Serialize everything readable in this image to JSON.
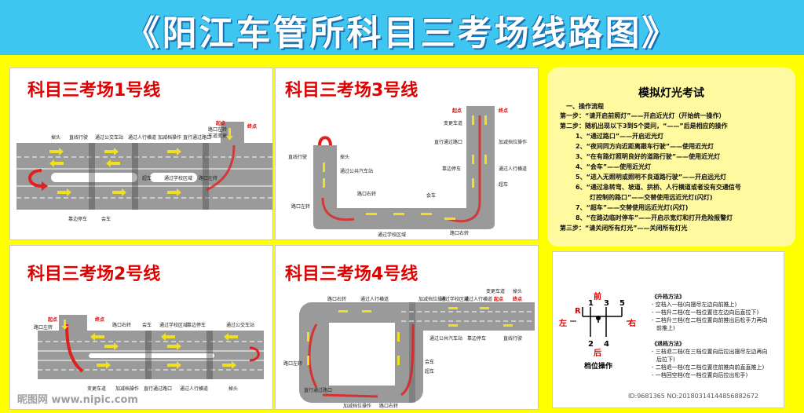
{
  "header": {
    "title": "《阳江车管所科目三考场线路图》"
  },
  "routes": {
    "r1": {
      "title": "科目三考场1号线",
      "labels_top": [
        "掉头",
        "直线行驶",
        "通过公交车站",
        "通过人行横道",
        "加减档操作",
        "直行通过路口",
        "路口左转",
        "车道变更"
      ],
      "labels_mid": [
        "超车",
        "通过学校区域",
        "路口左转"
      ],
      "labels_bottom": [
        "靠边停车",
        "会车"
      ],
      "start": "起点",
      "end": "终点"
    },
    "r2": {
      "title": "科目三考场2号线",
      "labels_top": [
        "路口左转",
        "路口右转",
        "会车",
        "通过学校区域",
        "靠边停车",
        "通过公交车站"
      ],
      "labels_bottom": [
        "变更车道",
        "加减档操作",
        "直行通过路口",
        "通过人行横道",
        "掉头"
      ],
      "start": "起点",
      "end": "终点"
    },
    "r3": {
      "title": "科目三考场3号线",
      "labels": [
        "变更车道",
        "直行通过路口",
        "加减挡位操作",
        "直线行驶",
        "掉头",
        "通过公共汽车站",
        "靠边停车",
        "通过人行横道",
        "超车",
        "路口右转",
        "会车",
        "路口左转",
        "通过学校区域",
        "路口右转"
      ],
      "start": "起点",
      "end": "终点"
    },
    "r4": {
      "title": "科目三考场4号线",
      "labels_top": [
        "路口右转",
        "通过人行横道",
        "加减挡位操作",
        "通过学校区域",
        "通过人行横道",
        "变更车道",
        "掉头"
      ],
      "labels_right": [
        "通过公共汽车站",
        "靠边停车",
        "直线行驶"
      ],
      "labels_inner": [
        "路口左转",
        "会车",
        "超车",
        "直行通过路口",
        "加减挡位操作",
        "路口右转"
      ],
      "start": "起点",
      "end": "终点"
    }
  },
  "simulation": {
    "title": "模拟灯光考试",
    "lines": [
      "一、操作流程",
      "第一步：“请开启前照灯”——开启近光灯（开始统一操作）",
      "第二步：随机出现以下3到5个提问，“——”后是相应的操作",
      "1、“通过路口”——开启近光灯",
      "2、“夜间同方向近距离跟车行驶”——使用近光灯",
      "3、“在有路灯照明良好的道路行驶”——使用近光灯",
      "4、“会车”——使用近光灯",
      "5、“进入无照明或照明不良道路行驶”——开启远光灯",
      "6、“通过急转弯、坡道、拱桥、人行横道或者没有交通信号",
      "灯控制的路口”——交替使用远近光灯(闪灯)",
      "7、“超车”——交替使用远近光灯(闪灯)",
      "8、“在路边临时停车”——开启示宽灯和打开危险报警灯",
      "第三步：“请关闭所有灯光”——关闭所有灯光"
    ]
  },
  "gear": {
    "front": "前",
    "back": "后",
    "left": "左",
    "right": "右",
    "r": "R",
    "n1": "1",
    "n2": "2",
    "n3": "3",
    "n4": "4",
    "n5": "5",
    "caption": "档位操作",
    "up_title": "《升档方法》",
    "up_lines": [
      "- 空档入一档(向摆尽左边向前推上)",
      "- 一档升二档(在一档位置往左边向后直拉下)",
      "- 二档升三档(在二档位置向前推出后松手力再向",
      "前推上)"
    ],
    "down_title": "《退档方法》",
    "down_lines": [
      "- 三档退二档(在三档位置向后拉出摆尽左边再向",
      "后拉下)",
      "- 二档退一档(在二档位置往前推向前直直推上)",
      "- 一档回空档(在一档位置向后拉出松手)"
    ]
  },
  "footer": {
    "left": "昵图网 www.nipic.com",
    "right": "ID:9681365 NO:20180314144856882672"
  },
  "colors": {
    "header_bg": "#3ec6f0",
    "page_bg": "#ffff00",
    "title_red": "#e00000",
    "road": "#9a9a9a",
    "arrow": "#f0e020"
  }
}
